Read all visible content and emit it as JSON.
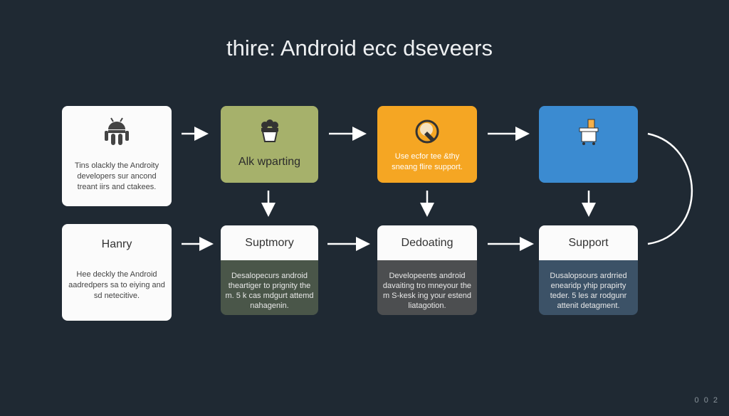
{
  "title": "thire: Android ecc dseveers",
  "top_row": [
    {
      "icon": "android-icon",
      "text": "Tins olackly the Androity developers sur ancond treant iirs and ctakees.",
      "color": "#fbfbfb"
    },
    {
      "icon": "pot-icon",
      "label": "Alk wparting",
      "color": "#a6b16b"
    },
    {
      "icon": "wrench-clock-icon",
      "text": "Use ecfor tee &thy sneang flire support.",
      "color": "#f5a623"
    },
    {
      "icon": "desk-icon",
      "color": "#3b8bd1"
    }
  ],
  "bottom_row": [
    {
      "label": "Hanry",
      "text": "Hee deckly the Android aadredpers sa to eiying and sd netecitive."
    },
    {
      "label": "Suptmory",
      "text": "Desalopecurs android theartiger to prignity the m. 5 k cas mdgurt attemd nahagenin.",
      "color": "#4a5649"
    },
    {
      "label": "Dedoating",
      "text": "Developeents android davaiting tro mneyour the m S-kesk ing your estend liatagotion.",
      "color": "#4c4e50"
    },
    {
      "label": "Support",
      "text": "Dusalopsours ardrried enearidp yhip prapirty teder. 5 les ar rodgunr attenit detagment.",
      "color": "#3c5267"
    }
  ],
  "footer": "0 0 2"
}
